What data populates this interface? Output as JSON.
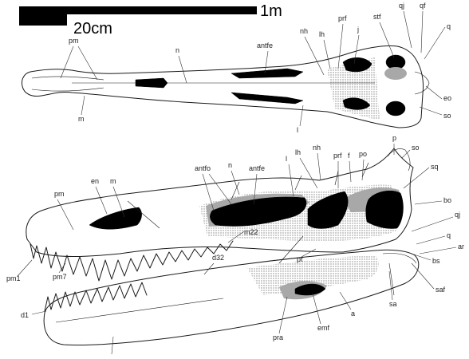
{
  "scale": {
    "long_bar": "1m",
    "short_bar": "20cm"
  },
  "dorsal_labels": {
    "pm": "pm",
    "n": "n",
    "antfe": "antfe",
    "nh": "nh",
    "lh": "lh",
    "prf": "prf",
    "j": "j",
    "stf": "stf",
    "qj": "qj",
    "qf": "qf",
    "q": "q",
    "eo": "eo",
    "so": "so",
    "m": "m",
    "l": "l"
  },
  "lateral_labels": {
    "pm": "pm",
    "en": "en",
    "m": "m",
    "antfo": "antfo",
    "n": "n",
    "antfe": "antfe",
    "l": "l",
    "lh": "lh",
    "nh": "nh",
    "prf": "prf",
    "f": "f",
    "po": "po",
    "p": "p",
    "so": "so",
    "sq": "sq",
    "bo": "bo",
    "qj": "qj",
    "q": "q",
    "ar": "ar",
    "bs": "bs",
    "saf": "saf",
    "sa": "sa",
    "pt": "pt",
    "m22": "m22",
    "d32": "d32",
    "pm1": "pm1",
    "pm7": "pm7",
    "d1": "d1",
    "pra": "pra",
    "emf": "emf",
    "a": "a"
  },
  "colors": {
    "fenestra": "#000000",
    "stipple": "#a8a8a8",
    "outline": "#1a1a1a"
  }
}
